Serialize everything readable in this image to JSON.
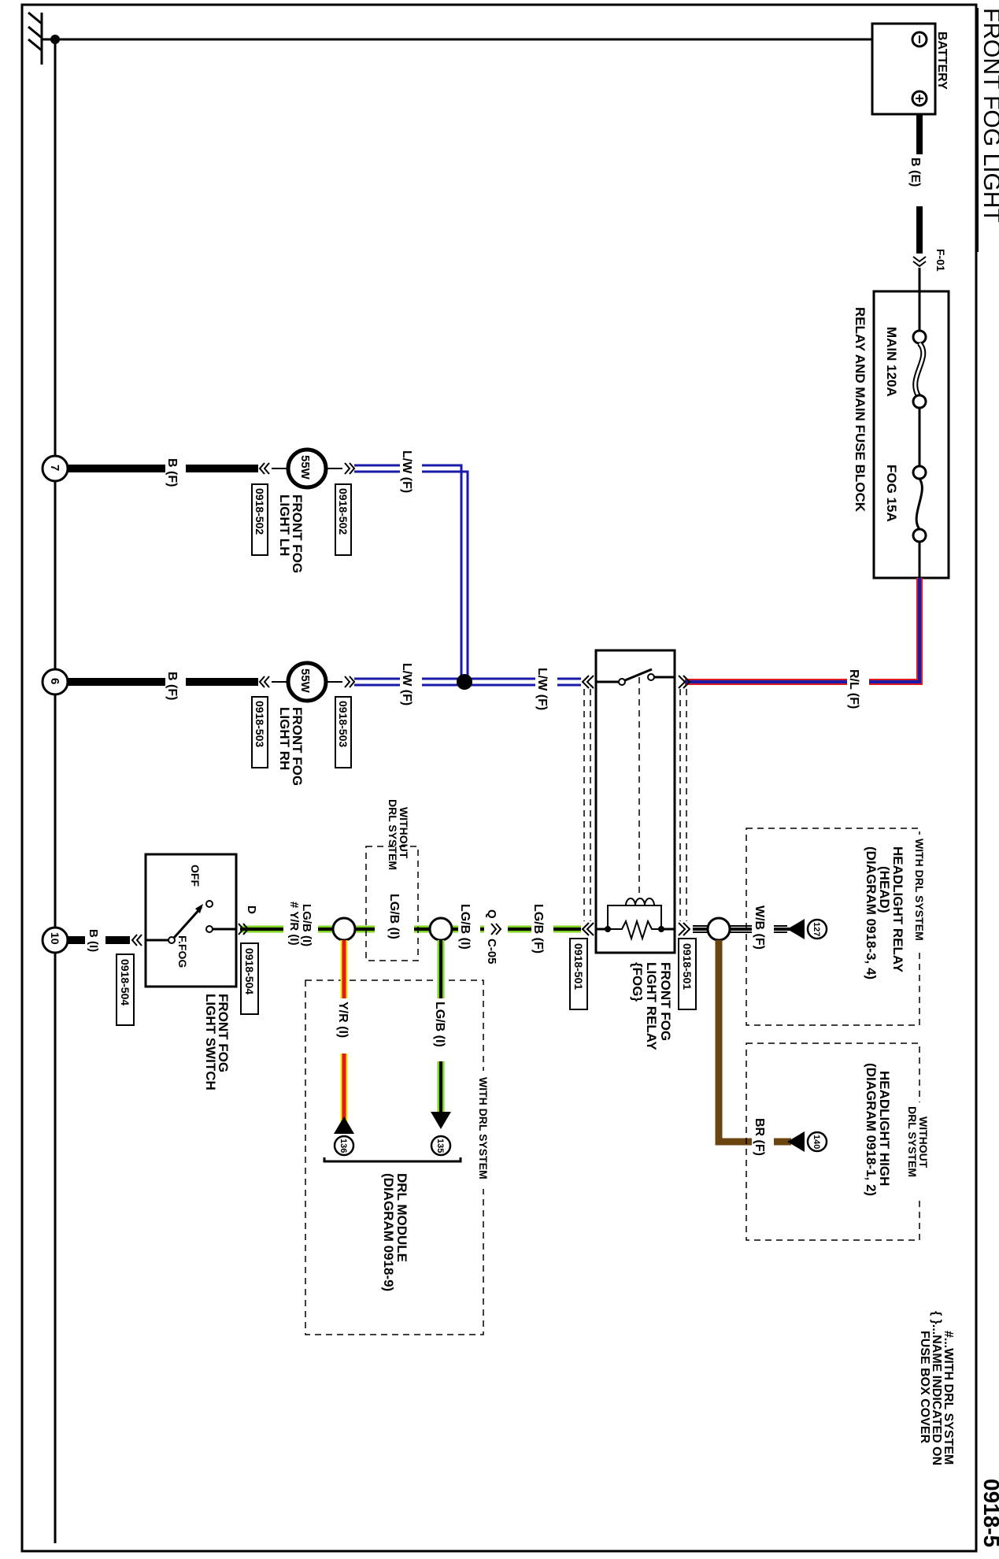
{
  "title": "FRONT FOG LIGHT",
  "page_number": "0918-5",
  "legend": {
    "line1": "#...WITH DRL SYSTEM",
    "line2": "{ }...NAME INDICATED ON",
    "line3": "FUSE BOX COVER"
  },
  "battery": {
    "label": "BATTERY",
    "neg": "-",
    "pos": "+"
  },
  "wires": {
    "battery_out": "B (E)",
    "fuse_out": "R/L (F)",
    "lamp_lh_feed": "L/W (F)",
    "lamp_rh_feed": "L/W (F)",
    "relay_out": "L/W (F)",
    "lamp_lh_ground": "B (F)",
    "lamp_rh_ground": "B (F)",
    "switch_ground": "B (I)",
    "relay_coil": "LG/B (F)",
    "coil_mid": "LG/B (I)",
    "without_drl": "LG/B (I)",
    "switch_out_1": "LG/B (I)",
    "switch_out_2": "# Y/R (I)",
    "drl_yr": "Y/R (I)",
    "drl_lgb": "LG/B (I)",
    "headlight_relay": "W/B (F)",
    "headlight_high": "BR (F)"
  },
  "connectors": {
    "f01": "F-01",
    "lamp_lh_in": "0918-502",
    "lamp_lh_out": "0918-502",
    "lamp_rh_in": "0918-503",
    "lamp_rh_out": "0918-503",
    "relay_left": "0918-501",
    "relay_right": "0918-501",
    "switch_in": "0918-504",
    "switch_out": "0918-504",
    "c05_pin": "Q",
    "c05": "C-05",
    "switch_pin": "D"
  },
  "fuse_block": {
    "label": "RELAY AND MAIN FUSE BLOCK",
    "fuse1": "MAIN 120A",
    "fuse2": "FOG 15A"
  },
  "lamps": {
    "lh": {
      "watt": "55W",
      "line1": "FRONT FOG",
      "line2": "LIGHT LH"
    },
    "rh": {
      "watt": "55W",
      "line1": "FRONT FOG",
      "line2": "LIGHT RH"
    }
  },
  "relay": {
    "line1": "FRONT FOG",
    "line2": "LIGHT RELAY",
    "line3": "{FOG}"
  },
  "switch": {
    "off": "OFF",
    "ffog": "F.FOG",
    "line1": "FRONT FOG",
    "line2": "LIGHT SWITCH"
  },
  "grounds": {
    "g7": "7",
    "g6": "6",
    "g10": "10"
  },
  "headlight_relay_box": {
    "header": "WITH DRL SYSTEM",
    "line1": "HEADLIGHT RELAY",
    "line2": "(HEAD)",
    "line3": "(DIAGRAM 0918-3, 4)",
    "ref": "127"
  },
  "headlight_high_box": {
    "header1": "WITHOUT",
    "header2": "DRL SYSTEM",
    "line1": "HEADLIGHT HIGH",
    "line2": "(DIAGRAM 0918-1, 2)",
    "ref": "140"
  },
  "without_drl_box": {
    "line1": "WITHOUT",
    "line2": "DRL SYSTEM"
  },
  "drl_box": {
    "header": "WITH DRL SYSTEM",
    "line1": "DRL MODULE",
    "line2": "(DIAGRAM 0918-9)",
    "ref_yr": "136",
    "ref_lgb": "135"
  },
  "colors": {
    "blue": "#1a1aa8",
    "red": "#e01b1b",
    "green": "#7ed321",
    "yellow": "#ffe600",
    "brown": "#6b4510",
    "black": "#000000"
  }
}
